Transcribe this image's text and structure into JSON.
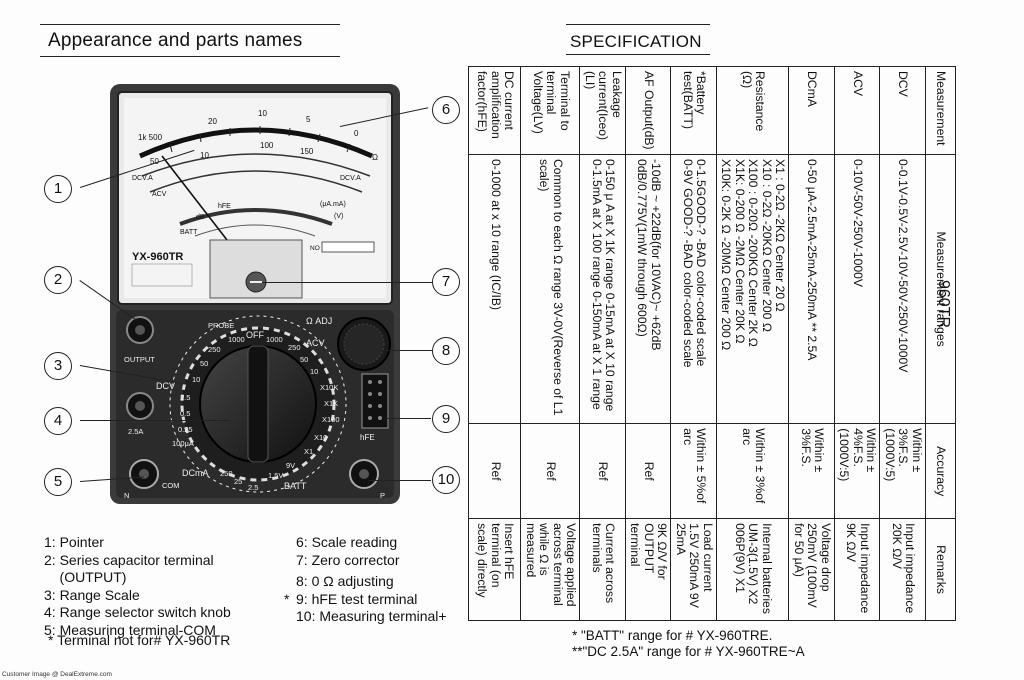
{
  "left": {
    "header": "Appearance and parts names",
    "device": {
      "model": "YX-960TR",
      "no_label": "NO",
      "scale_labels": [
        "DCV.A",
        "ACV",
        "DCV.A",
        "BATT",
        "dB",
        "hFE",
        "(μA.mA)",
        "(V)"
      ],
      "panel_labels": [
        "OUTPUT",
        "2.5A",
        "COM",
        "N",
        "P",
        "PROBE",
        "OFF",
        "Ω ADJ",
        "DCV",
        "ACV",
        "DCmA",
        "BATT",
        "hFE",
        "X10K",
        "X1K",
        "X100",
        "X10",
        "X1",
        "9V",
        "1.5V"
      ],
      "dial_numbers": [
        "1000",
        "250",
        "50",
        "10",
        "2.5",
        "0.5",
        "0.25",
        "1000",
        "250",
        "50",
        "10",
        "250",
        "25",
        "2.5",
        "100μA"
      ]
    },
    "callouts": [
      "1",
      "2",
      "3",
      "4",
      "5",
      "6",
      "7",
      "8",
      "9",
      "10"
    ],
    "legend_left": [
      "1: Pointer",
      "2: Series capacitor terminal",
      "    (OUTPUT)",
      "3: Range Scale",
      "4: Range selector switch knob",
      "5: Measuring terminal-COM"
    ],
    "legend_right": [
      "6: Scale reading",
      "7: Zero corrector",
      "8: 0 Ω adjusting",
      "9: hFE test terminal",
      "10: Measuring terminal+"
    ],
    "note_star_marker": "*",
    "note": "*  Terminal not for# YX-960TR"
  },
  "right": {
    "header": "SPECIFICATION",
    "model_title": "960TR",
    "columns": [
      "Measurement",
      "Measurement ranges",
      "Accuracy",
      "Remarks"
    ],
    "rows": [
      {
        "m": "DCV",
        "r": "0-0.1V-0.5V-2.5V-10V-50V-250V-1000V",
        "a": "Within ± 3%F.S. (1000V:5)",
        "k": "Input impedance 20K Ω/V"
      },
      {
        "m": "ACV",
        "r": "0-10V-50V-250V-1000V",
        "a": "Within ± 4%F.S. (1000V:5)",
        "k": "Input impedance 9K Ω/V"
      },
      {
        "m": "DCmA",
        "r": "0-50 μA-2.5mA-25mA-250mA ** 2.5A",
        "a": "Within ± 3%F.S.",
        "k": "Voltage drop 250mV (100mV for 50 μA)"
      },
      {
        "m": "Resistance (Ω)",
        "r": "X1 : 0-2Ω -2KΩ   Center 20 Ω\nX10 : 0-2Ω -20KΩ  Center 200 Ω\nX100 : 0-20Ω -200KΩ  Center 2K Ω\nX1K: 0-200 Ω -2MΩ  Center 20K Ω\nX10K: 0-2K Ω -20MΩ  Center 200 Ω",
        "a": "Within ± 3%of arc",
        "k": "Internal batteries UM-3(1.5V) X2 006P(9V) X1"
      },
      {
        "m": "*Battery test(BATT)",
        "r": "0-1.5GOOD-?  -BAD color-coded scale\n0-9V GOOD-?  -BAD color-coded scale",
        "a": "Within ± 5%of arc",
        "k": "Load current 1.5V 250mA 9V 25mA"
      },
      {
        "m": "AF Output(dB)",
        "r": "-10dB ~ +22dB(for 10VAC)~ +62dB\n0dB/0.775V(1mW through 600Ω)",
        "a": "Ref",
        "k": "9K Ω/V for OUTPUT terminal"
      },
      {
        "m": "Leakage current(Iceo)(LI)",
        "r": "0-150 μ A at X 1K range  0-15mA at X 10 range\n0-1.5mA at X 100 range  0-150mA at X 1 range",
        "a": "Ref",
        "k": "Current across terminals"
      },
      {
        "m": "Terminal to terminal Voltage(LV)",
        "r": "Common to each Ω range 3V-0V(Reverse of L1 scale)",
        "a": "Ref",
        "k": "Voltage applied across terminal while Ω is measured"
      },
      {
        "m": "DC current amplification factor(hFE)",
        "r": "0-1000 at x 10 range (IC/IB)",
        "a": "Ref",
        "k": "Insert hFE terminal (on scale) directly"
      }
    ],
    "footnotes": [
      "*  \"BATT\" range  for  #  YX-960TRE.",
      "**\"DC 2.5A\" range for  #  YX-960TRE~A"
    ]
  },
  "credit": "Customer Image @ DealExtreme.com"
}
